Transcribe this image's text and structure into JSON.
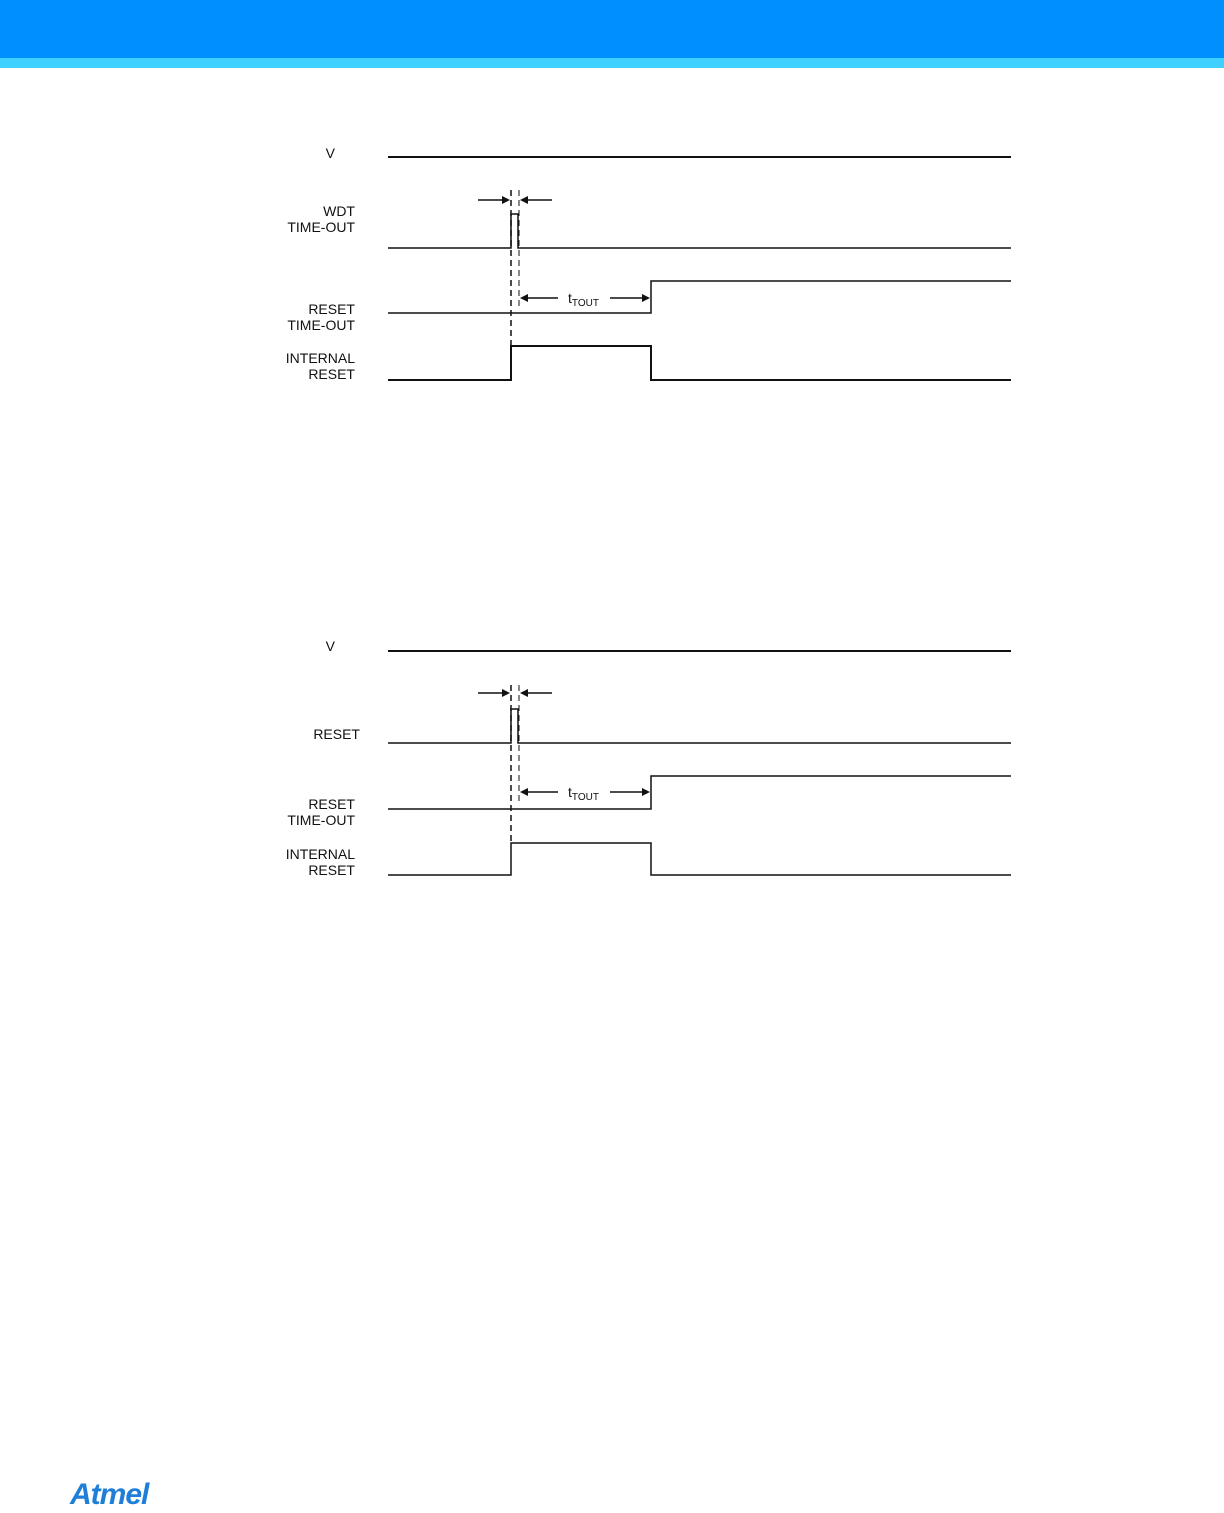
{
  "header": {
    "bar_color": "#008fff",
    "stripe_color": "#3fd0ff"
  },
  "diagrams": [
    {
      "signals": [
        "V",
        "WDT\nTIME-OUT",
        "RESET\nTIME-OUT",
        "INTERNAL\nRESET"
      ],
      "timing_label": {
        "symbol": "t",
        "subscript": "TOUT"
      }
    },
    {
      "signals": [
        "V",
        "RESET",
        "RESET\nTIME-OUT",
        "INTERNAL\nRESET"
      ],
      "timing_label": {
        "symbol": "t",
        "subscript": "TOUT"
      }
    }
  ],
  "footer": {
    "logo_text": "Atmel",
    "logo_color": "#1f7fd8"
  }
}
